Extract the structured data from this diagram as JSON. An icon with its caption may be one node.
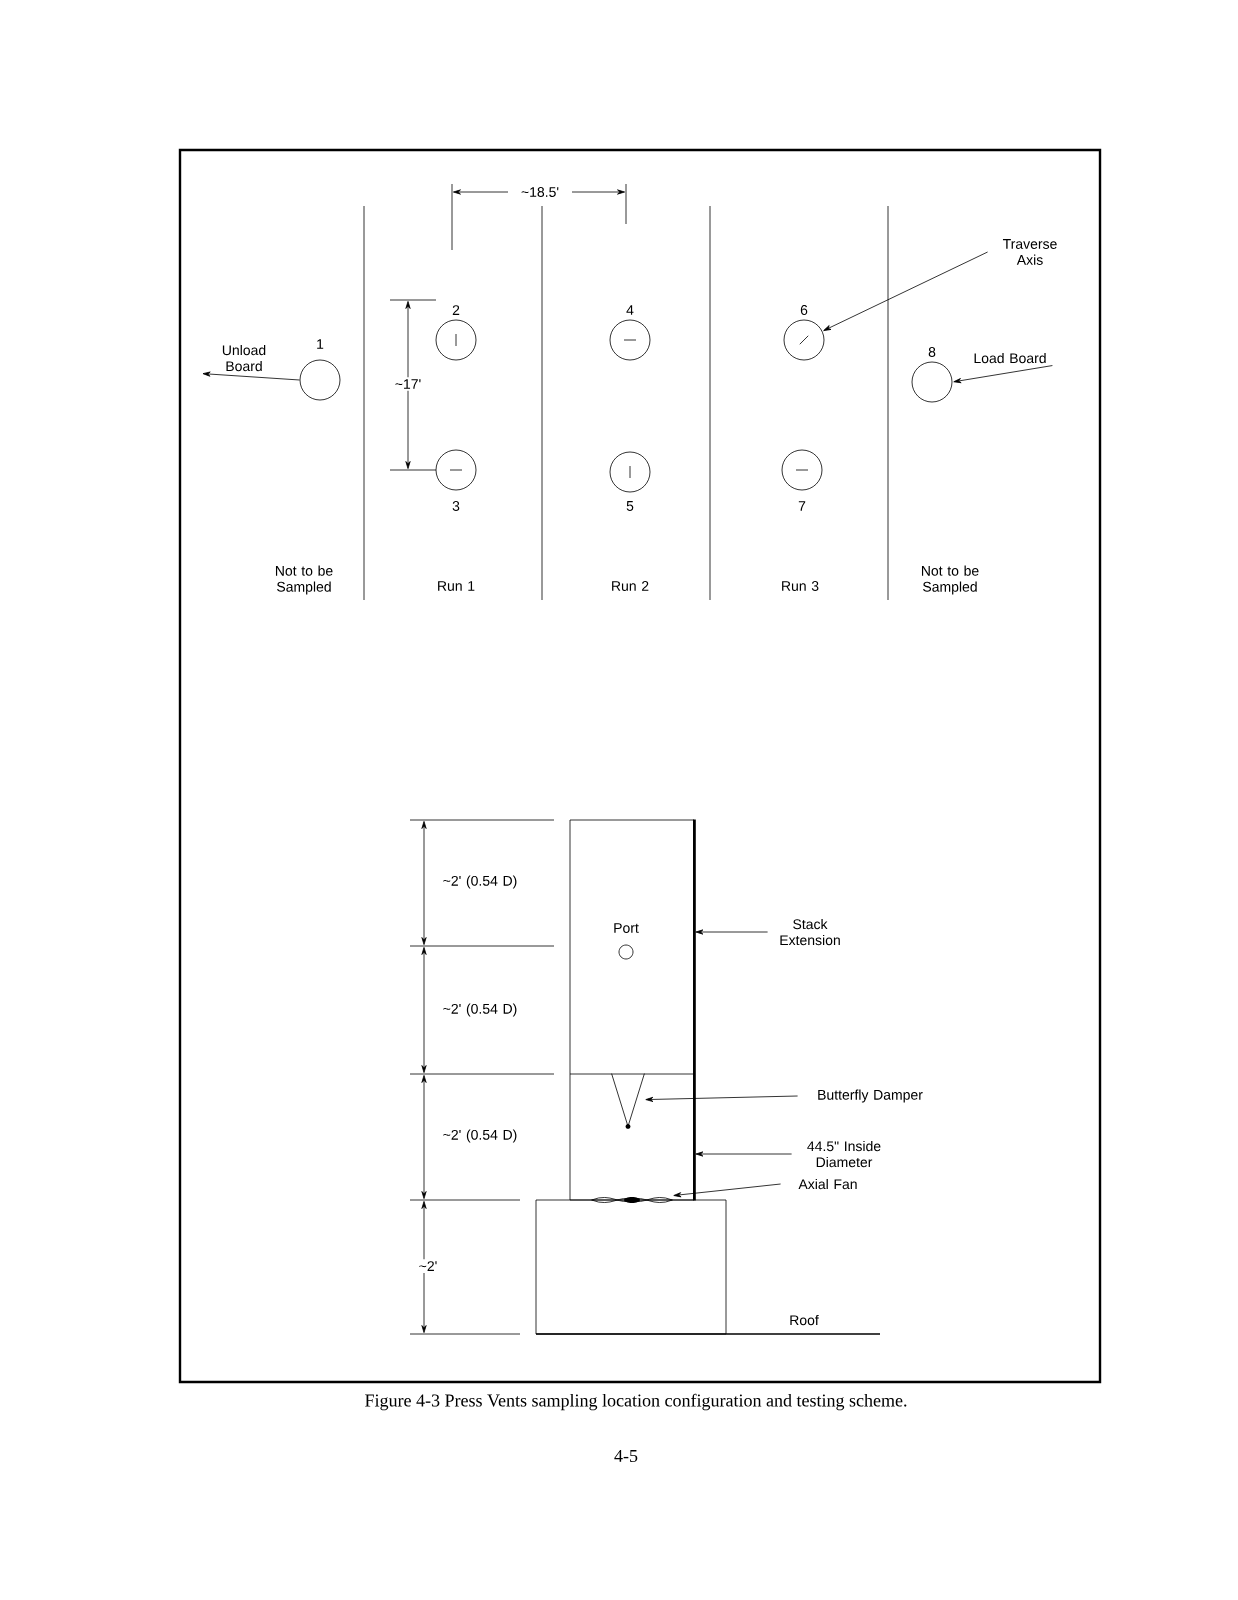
{
  "diagram": {
    "caption": "Figure 4-3 Press Vents sampling location configuration and testing scheme.",
    "nodes": [
      {
        "text": [],
        "shape": "circle",
        "beside": [
          "1"
        ]
      },
      {
        "text": [],
        "shape": "circle",
        "beside": [
          "2"
        ]
      },
      {
        "text": [],
        "shape": "circle",
        "beside": [
          "3"
        ]
      },
      {
        "text": [],
        "shape": "circle",
        "beside": [
          "4"
        ]
      },
      {
        "text": [],
        "shape": "circle",
        "beside": [
          "5"
        ]
      },
      {
        "text": [],
        "shape": "circle",
        "beside": [
          "6"
        ]
      },
      {
        "text": [],
        "shape": "circle",
        "beside": [
          "7"
        ]
      },
      {
        "text": [],
        "shape": "circle",
        "beside": [
          "8"
        ]
      },
      {
        "text": [
          "Traverse Axis"
        ]
      },
      {
        "text": [],
        "shape": "box"
      },
      {
        "text": [],
        "shape": "circle",
        "beside": [
          "Port"
        ],
        "in": 9
      },
      {
        "text": [
          "Stack Extension"
        ]
      },
      {
        "text": [],
        "shape": "picture",
        "in": 9
      },
      {
        "text": [
          "Butterfly Damper"
        ]
      },
      {
        "text": [
          "44.5\" Inside Diameter"
        ]
      },
      {
        "text": [],
        "shape": "picture"
      },
      {
        "text": [
          "Axial Fan"
        ]
      },
      {
        "text": [
          "Unload Board"
        ]
      },
      {
        "text": [
          "Load Board"
        ]
      },
      {
        "text": [],
        "shape": "box"
      }
    ],
    "edges": [
      {
        "from": 8,
        "to": 5,
        "arrow": "to"
      },
      {
        "from": 0,
        "to": 17,
        "arrow": "to"
      },
      {
        "from": 18,
        "to": 7,
        "arrow": "to"
      },
      {
        "from": 11,
        "to": 9,
        "arrow": "to"
      },
      {
        "from": 13,
        "to": 12,
        "arrow": "to"
      },
      {
        "from": 14,
        "to": 9,
        "arrow": "to"
      },
      {
        "from": 16,
        "to": 15,
        "arrow": "to"
      }
    ],
    "labels": [
      "~18.5'",
      "~17'",
      "Not to be Sampled",
      "Run 1",
      "Run 2",
      "Run 3",
      "Not to be Sampled",
      "~2' (0.54 D)",
      "~2' (0.54 D)",
      "~2' (0.54 D)",
      "~2'",
      "Roof",
      "4-5"
    ]
  }
}
